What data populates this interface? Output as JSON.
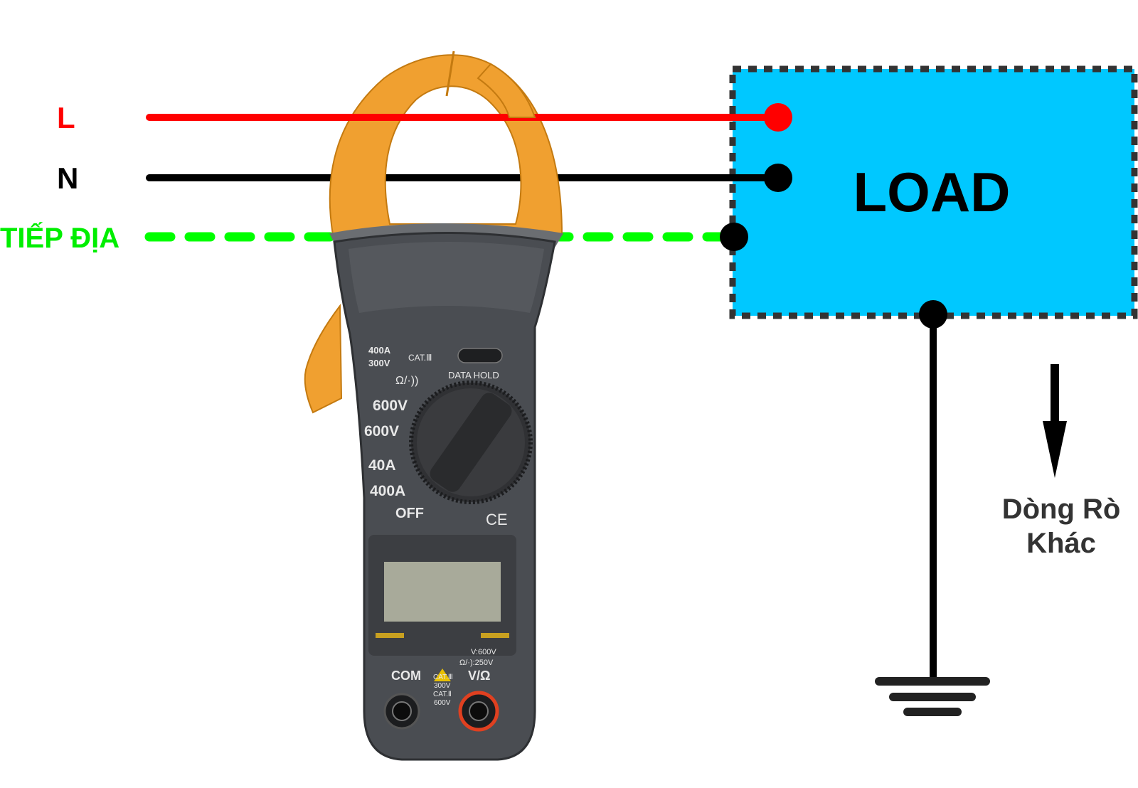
{
  "wires": {
    "line_label": "L",
    "neutral_label": "N",
    "earth_label": "TIẾP ĐỊA"
  },
  "load": {
    "label": "LOAD"
  },
  "leakage": {
    "line1": "Dòng Rò",
    "line2": "Khác"
  },
  "meter": {
    "ratings_current": "400A",
    "ratings_voltage": "300V",
    "category": "CAT.Ⅲ",
    "ohm_label": "Ω/·))",
    "data_hold_label": "DATA HOLD",
    "range_dcv": "600V",
    "range_acv": "600V",
    "range_40a": "40A",
    "range_400a": "400A",
    "off_label": "OFF",
    "ce_mark": "CE",
    "max_v": "V:600V",
    "max_ohm": "Ω/·):250V",
    "com_label": "COM",
    "vohm_label": "V/Ω",
    "cat3_label": "CAT.Ⅲ",
    "cat3_v": "300V",
    "cat2_label": "CAT.Ⅱ",
    "cat2_v": "600V"
  },
  "colors": {
    "line": "#ff0000",
    "neutral": "#000000",
    "earth": "#00ff00",
    "load_fill": "#00c8ff",
    "load_border": "#333333",
    "clamp_jaw": "#f0a030",
    "meter_body": "#4a4d52"
  }
}
